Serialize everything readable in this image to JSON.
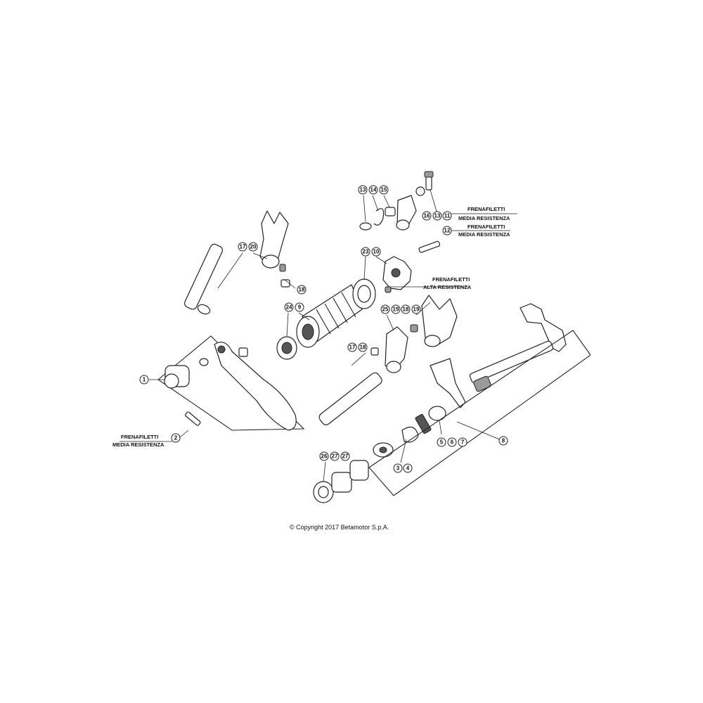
{
  "callouts": {
    "c1": "1",
    "c2": "2",
    "c3": "3",
    "c4": "4",
    "c5": "5",
    "c6": "6",
    "c7": "7",
    "c8": "8",
    "c9": "9",
    "c10": "10",
    "c11": "11",
    "c12": "12",
    "c13a": "13",
    "c13b": "13",
    "c14": "14",
    "c15": "15",
    "c16": "16",
    "c17a": "17",
    "c17b": "17",
    "c18a": "18",
    "c18b": "18",
    "c18c": "18",
    "c19a": "19",
    "c19b": "19",
    "c20": "20",
    "c23": "23",
    "c24": "24",
    "c25": "25",
    "c26": "26",
    "c27a": "27",
    "c27b": "27"
  },
  "notes": {
    "n1_line1": "FRENAFILETTI",
    "n1_line2": "MEDIA RESISTENZA",
    "n2_line1": "FRENAFILETTI",
    "n2_line2": "MEDIA RESISTENZA",
    "n3_line1": "FRENAFILETTI",
    "n3_line2": "ALTA RESISTENZA",
    "n4_line1": "FRENAFILETTI",
    "n4_line2": "MEDIA RESISTENZA"
  },
  "copyright": "© Copyright 2017 Betamotor S.p.A."
}
